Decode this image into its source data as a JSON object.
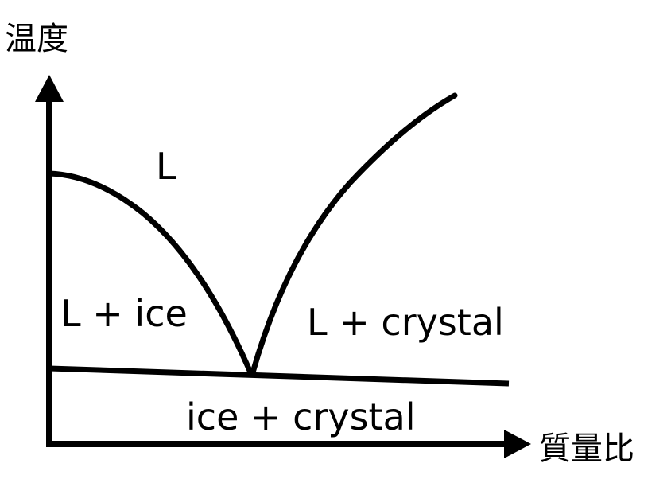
{
  "axes": {
    "y_label": "温度",
    "x_label": "質量比"
  },
  "regions": {
    "liquid": "L",
    "liquid_ice": "L + ice",
    "liquid_crystal": "L + crystal",
    "ice_crystal": "ice + crystal"
  },
  "colors": {
    "line": "#000000",
    "background": "#ffffff"
  }
}
